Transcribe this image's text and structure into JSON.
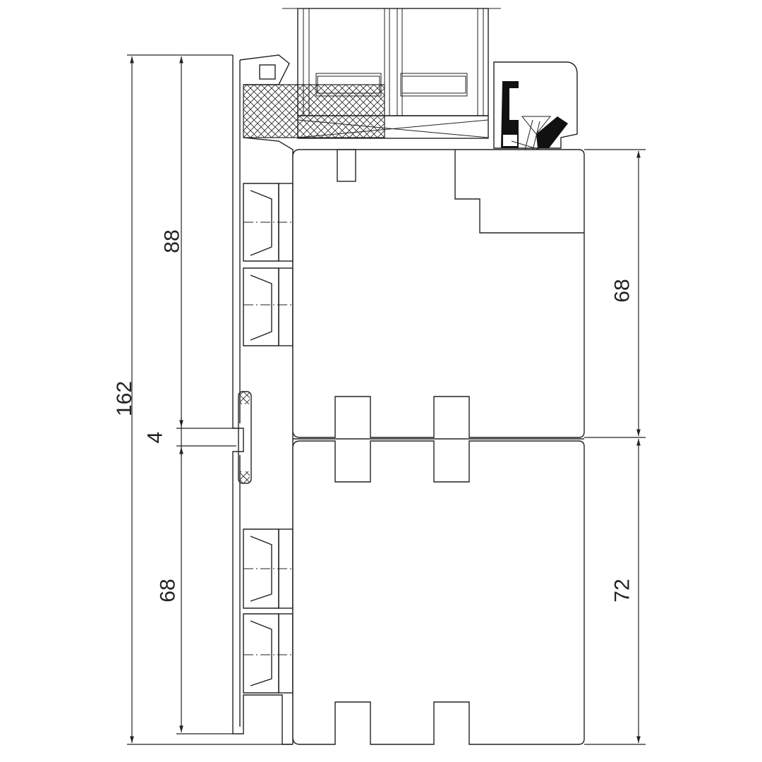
{
  "dimensions": {
    "total_height": "162",
    "upper_left": "88",
    "gap": "4",
    "lower_left": "68",
    "upper_right": "68",
    "lower_right": "72"
  },
  "colors": {
    "line": "#222222",
    "background": "#ffffff"
  }
}
